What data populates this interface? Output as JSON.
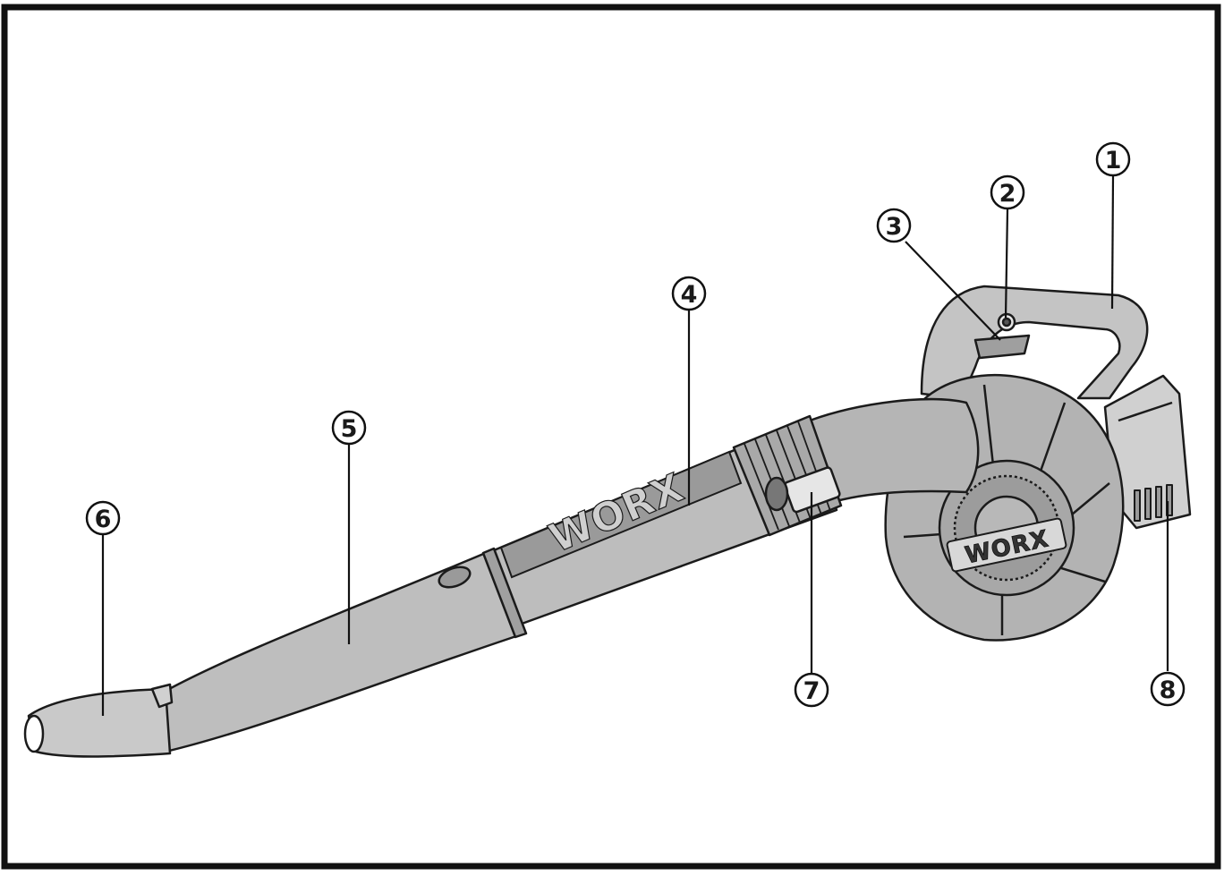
{
  "diagram": {
    "callouts": [
      {
        "id": "1",
        "label": "1"
      },
      {
        "id": "2",
        "label": "2"
      },
      {
        "id": "3",
        "label": "3"
      },
      {
        "id": "4",
        "label": "4"
      },
      {
        "id": "5",
        "label": "5"
      },
      {
        "id": "6",
        "label": "6"
      },
      {
        "id": "7",
        "label": "7"
      },
      {
        "id": "8",
        "label": "8"
      }
    ],
    "brand_logo": "WORX",
    "colors": {
      "body": "#b9b9b9",
      "body_dark": "#8a8a8a",
      "outline": "#1b1b1b",
      "frame": "#111111",
      "background": "#ffffff"
    }
  }
}
